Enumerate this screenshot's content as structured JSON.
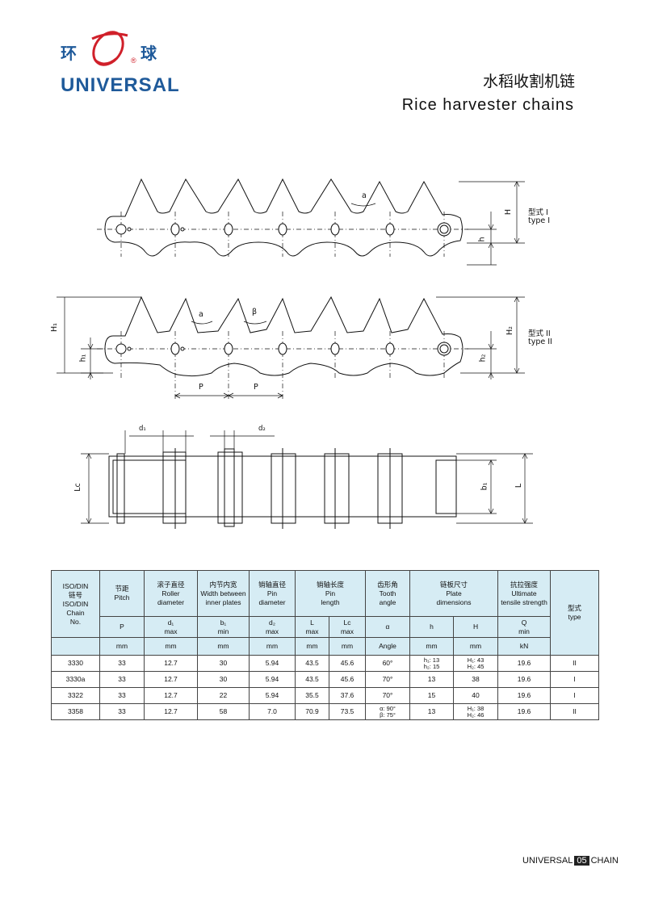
{
  "brand": {
    "cn_left": "环",
    "cn_right": "球",
    "en": "UNIVERSAL",
    "registered": "®",
    "color": "#1f5a9a",
    "accent": "#d0202a"
  },
  "title": {
    "cn": "水稻收割机链",
    "en": "Rice harvester chains"
  },
  "diagram_labels": {
    "alpha": "a",
    "beta": "β",
    "H": "H",
    "h": "h",
    "H1": "H₁",
    "h1": "h₁",
    "H2": "H₂",
    "h2": "h₂",
    "P": "P",
    "d1": "d₁",
    "d2": "d₂",
    "Lc": "Lc",
    "L": "L",
    "b1": "b₁",
    "type1_cn": "型式 I",
    "type1_en": "type I",
    "type2_cn": "型式 II",
    "type2_en": "type II"
  },
  "table": {
    "header": {
      "chain_no": [
        "ISO/DIN",
        "链号",
        "ISO/DIN",
        "Chain",
        "No."
      ],
      "pitch": {
        "cn": "节距",
        "en": "Pitch",
        "sym": "P",
        "unit": "mm"
      },
      "roller": {
        "cn": "滚子直径",
        "en1": "Roller",
        "en2": "diameter",
        "sym": "d₁",
        "sub": "max",
        "unit": "mm"
      },
      "width": {
        "cn": "内节内宽",
        "en1": "Width between",
        "en2": "inner plates",
        "sym": "b₁",
        "sub": "min",
        "unit": "mm"
      },
      "pin_d": {
        "cn": "销轴直径",
        "en1": "Pin",
        "en2": "diameter",
        "sym": "d₂",
        "sub": "max",
        "unit": "mm"
      },
      "pin_len": {
        "cn": "销轴长度",
        "en1": "Pin",
        "en2": "length",
        "sym1": "L",
        "sub1": "max",
        "sym2": "Lc",
        "sub2": "max",
        "unit": "mm"
      },
      "tooth": {
        "cn": "齿形角",
        "en1": "Tooth",
        "en2": "angle",
        "sym": "α",
        "unit": "Angle"
      },
      "plate": {
        "cn": "链板尺寸",
        "en1": "Plate",
        "en2": "dimensions",
        "sym1": "h",
        "sym2": "H",
        "unit": "mm"
      },
      "strength": {
        "cn": "抗拉强度",
        "en1": "Ultimate",
        "en2": "tensile strength",
        "sym": "Q",
        "sub": "min",
        "unit": "kN"
      },
      "type": {
        "cn": "型式",
        "en": "type"
      }
    },
    "rows": [
      {
        "no": "3330",
        "p": "33",
        "d1": "12.7",
        "b1": "30",
        "d2": "5.94",
        "L": "43.5",
        "Lc": "45.6",
        "angle": [
          "60°"
        ],
        "h": [
          "h₁: 13",
          "h₂: 15"
        ],
        "H": [
          "H₁: 43",
          "H₂: 45"
        ],
        "q": "19.6",
        "type": "II"
      },
      {
        "no": "3330a",
        "p": "33",
        "d1": "12.7",
        "b1": "30",
        "d2": "5.94",
        "L": "43.5",
        "Lc": "45.6",
        "angle": [
          "70°"
        ],
        "h": [
          "13"
        ],
        "H": [
          "38"
        ],
        "q": "19.6",
        "type": "I"
      },
      {
        "no": "3322",
        "p": "33",
        "d1": "12.7",
        "b1": "22",
        "d2": "5.94",
        "L": "35.5",
        "Lc": "37.6",
        "angle": [
          "70°"
        ],
        "h": [
          "15"
        ],
        "H": [
          "40"
        ],
        "q": "19.6",
        "type": "I"
      },
      {
        "no": "3358",
        "p": "33",
        "d1": "12.7",
        "b1": "58",
        "d2": "7.0",
        "L": "70.9",
        "Lc": "73.5",
        "angle": [
          "α: 90°",
          "β: 75°"
        ],
        "h": [
          "13"
        ],
        "H": [
          "H₁: 38",
          "H₂: 46"
        ],
        "q": "19.6",
        "type": "II"
      }
    ]
  },
  "footer": {
    "left": "UNIVERSAL",
    "page": "05",
    "right": "CHAIN"
  }
}
